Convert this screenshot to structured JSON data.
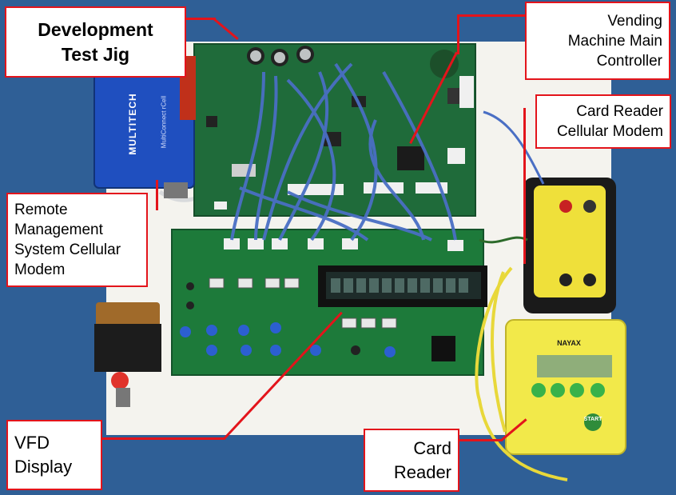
{
  "callouts": {
    "jig": [
      "Development",
      "Test Jig"
    ],
    "vending": [
      "Vending",
      "Machine Main",
      "Controller"
    ],
    "card_modem": [
      "Card Reader",
      "Cellular Modem"
    ],
    "rms_modem": [
      "Remote",
      "Management",
      "System Cellular",
      "Modem"
    ],
    "vfd": [
      "VFD",
      "Display"
    ],
    "card_reader": [
      "Card",
      "Reader"
    ]
  },
  "device_text": {
    "modem_brand": "MULTITECH",
    "modem_model": "MultiConnect rCell",
    "nayax_brand": "NAYAX",
    "start_button": "START"
  },
  "colors": {
    "background": "#2f5f96",
    "pcb": "#1f6b3a",
    "callout_border": "#e3141b",
    "ribbon": "#4a6fc4",
    "reader_body": "#f2e94a"
  }
}
